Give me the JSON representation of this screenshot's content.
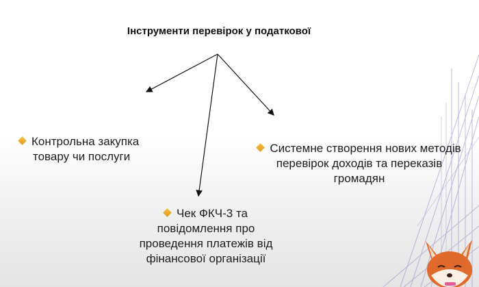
{
  "title": "Інструменти перевірок у податкової",
  "nodes": {
    "left": {
      "line1": "Контрольна закупка",
      "line2": "товару чи послуги"
    },
    "right": {
      "line1": "Системне створення нових методів",
      "line2": "перевірок доходів та переказів",
      "line3": "громадян"
    },
    "bottom": {
      "line1": "Чек ФКЧ-3 та",
      "line2": "повідомлення про",
      "line3": "проведення платежів від",
      "line4": "фінансової організації"
    }
  },
  "colors": {
    "accent": "#e8a127",
    "deco_lines": "#6a5fb0",
    "fox": "#e06a2c"
  },
  "icons": [
    "diamond-bullet-icon",
    "fox-mascot-icon"
  ]
}
